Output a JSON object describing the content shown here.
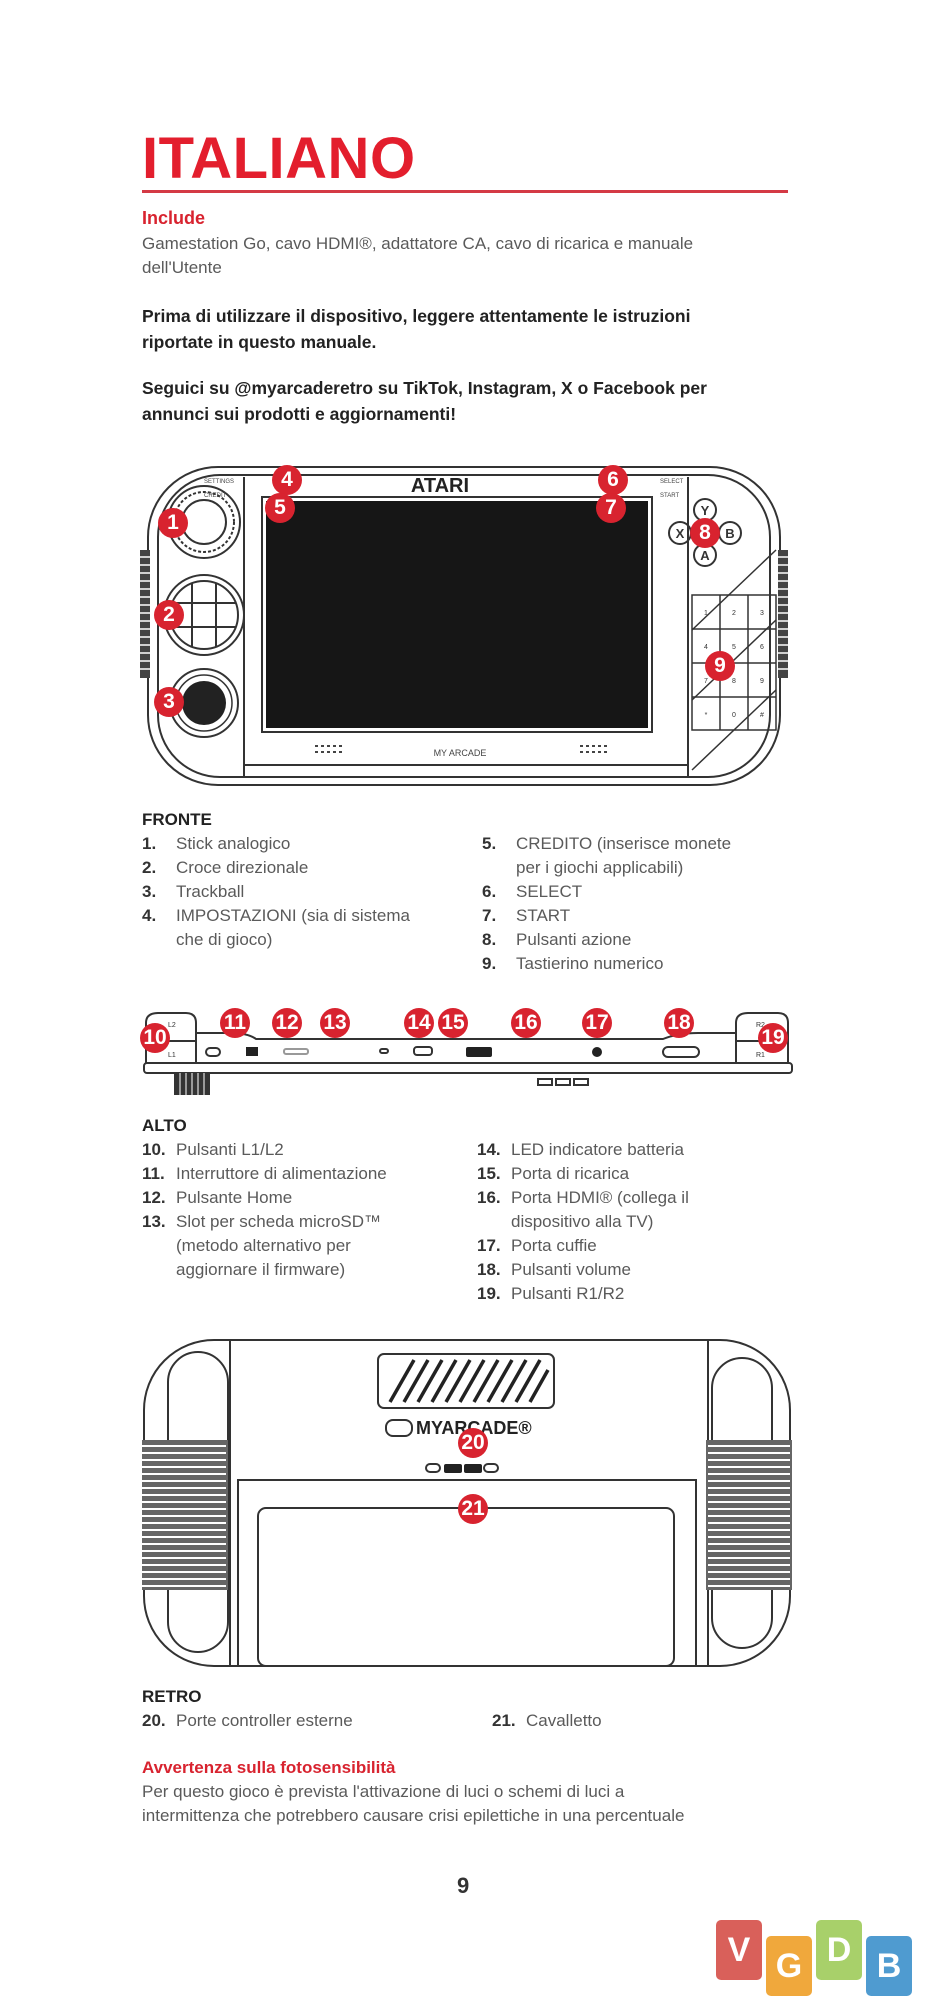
{
  "page": {
    "title": "ITALIANO",
    "page_number": "9"
  },
  "includes": {
    "heading": "Include",
    "lines": [
      "Gamestation Go, cavo HDMI®, adattatore CA, cavo di ricarica e manuale",
      "dell'Utente"
    ]
  },
  "notice": {
    "read_lines": [
      "Prima di utilizzare il dispositivo, leggere attentamente le istruzioni",
      "riportate in questo manuale."
    ],
    "follow_lines": [
      "Seguici su @myarcaderetro su TikTok, Instagram, X o Facebook per",
      "annunci sui prodotti e aggiornamenti!"
    ]
  },
  "front_diagram": {
    "brand_label": "ATARI",
    "maker_label": "MY ARCADE",
    "small_labels": [
      "SETTINGS",
      "CREDIT",
      "SELECT",
      "START"
    ],
    "face_buttons": [
      "Y",
      "X",
      "B",
      "A"
    ],
    "keypad": [
      "1",
      "2",
      "3",
      "4",
      "5",
      "6",
      "7",
      "8",
      "9",
      "*",
      "0",
      "#"
    ],
    "callouts": [
      "1",
      "2",
      "3",
      "4",
      "5",
      "6",
      "7",
      "8",
      "9"
    ]
  },
  "front": {
    "heading": "FRONTE",
    "items": [
      {
        "num": "1.",
        "lines": [
          "Stick analogico"
        ]
      },
      {
        "num": "2.",
        "lines": [
          "Croce direzionale"
        ]
      },
      {
        "num": "3.",
        "lines": [
          "Trackball"
        ]
      },
      {
        "num": "4.",
        "lines": [
          "IMPOSTAZIONI (sia di sistema",
          "che di gioco)"
        ]
      },
      {
        "num": "5.",
        "lines": [
          "CREDITO (inserisce monete",
          "per i giochi applicabili)"
        ]
      },
      {
        "num": "6.",
        "lines": [
          "SELECT"
        ]
      },
      {
        "num": "7.",
        "lines": [
          "START"
        ]
      },
      {
        "num": "8.",
        "lines": [
          "Pulsanti azione"
        ]
      },
      {
        "num": "9.",
        "lines": [
          "Tastierino numerico"
        ]
      }
    ]
  },
  "top_diagram": {
    "labels": [
      "L2",
      "L1",
      "R2",
      "R1"
    ],
    "callouts": [
      "10",
      "11",
      "12",
      "13",
      "14",
      "15",
      "16",
      "17",
      "18",
      "19"
    ]
  },
  "top": {
    "heading": "ALTO",
    "items": [
      {
        "num": "10.",
        "lines": [
          "Pulsanti L1/L2"
        ]
      },
      {
        "num": "11.",
        "lines": [
          "Interruttore di alimentazione"
        ]
      },
      {
        "num": "12.",
        "lines": [
          "Pulsante Home"
        ]
      },
      {
        "num": "13.",
        "lines": [
          "Slot per scheda microSD™",
          "(metodo alternativo per",
          "aggiornare il firmware)"
        ]
      },
      {
        "num": "14.",
        "lines": [
          "LED indicatore batteria"
        ]
      },
      {
        "num": "15.",
        "lines": [
          "Porta di ricarica"
        ]
      },
      {
        "num": "16.",
        "lines": [
          "Porta HDMI® (collega il",
          "dispositivo alla TV)"
        ]
      },
      {
        "num": "17.",
        "lines": [
          "Porta cuffie"
        ]
      },
      {
        "num": "18.",
        "lines": [
          "Pulsanti volume"
        ]
      },
      {
        "num": "19.",
        "lines": [
          "Pulsanti R1/R2"
        ]
      }
    ]
  },
  "back_diagram": {
    "maker_label": "MYARCADE®",
    "callouts": [
      "20",
      "21"
    ]
  },
  "back": {
    "heading": "RETRO",
    "items": [
      {
        "num": "20.",
        "lines": [
          "Porte controller esterne"
        ]
      },
      {
        "num": "21.",
        "lines": [
          "Cavalletto"
        ]
      }
    ]
  },
  "warning": {
    "heading": "Avvertenza sulla fotosensibilità",
    "lines": [
      "Per questo gioco è prevista l'attivazione di luci o schemi di luci a",
      "intermittenza che potrebbero causare crisi epilettiche in una percentuale"
    ]
  },
  "watermark": {
    "letters": [
      "V",
      "G",
      "D",
      "B"
    ],
    "colors": [
      "#d9605a",
      "#f0a83c",
      "#a8d06a",
      "#4f9bd0"
    ]
  },
  "colors": {
    "accent": "#e31e2d",
    "text": "#5a5a5a",
    "heading": "#222222"
  }
}
